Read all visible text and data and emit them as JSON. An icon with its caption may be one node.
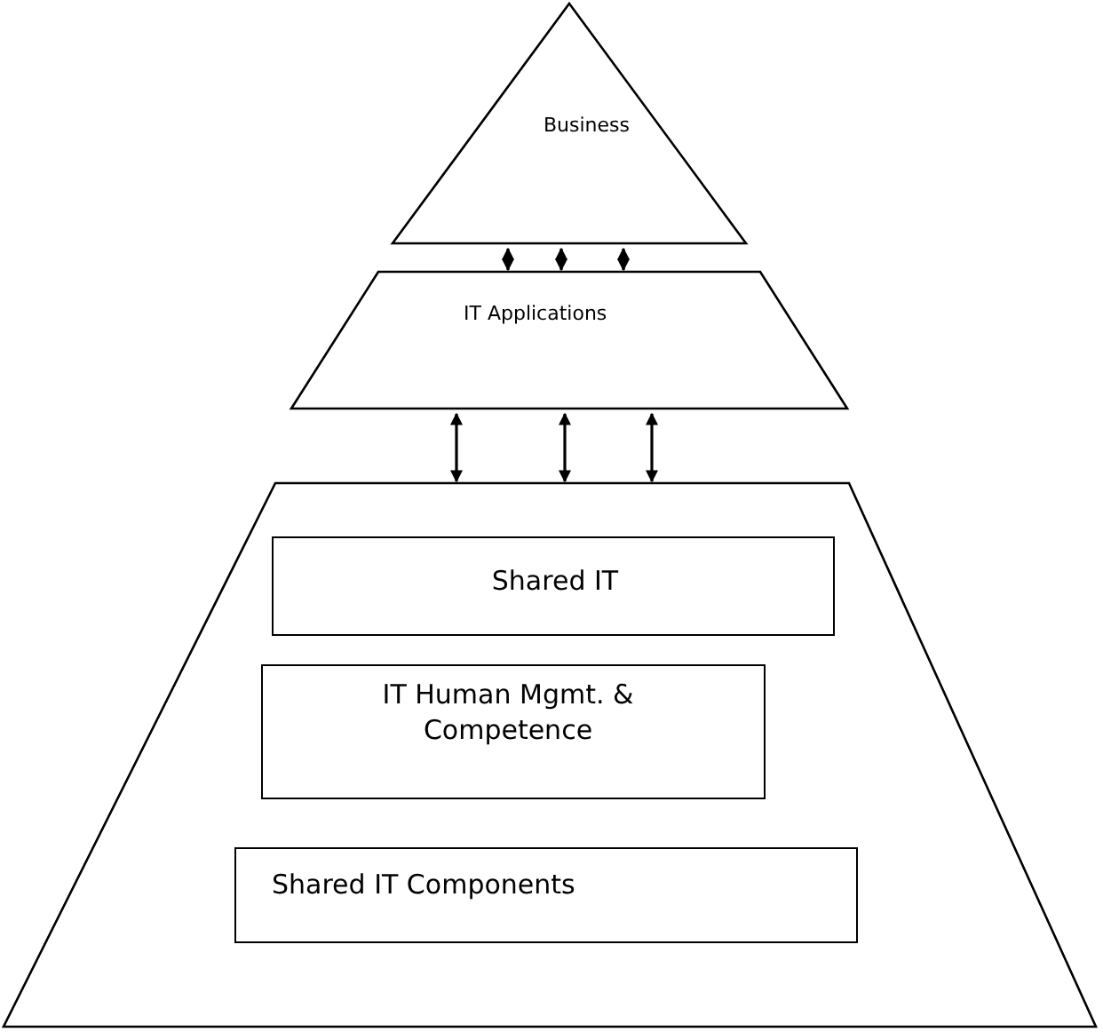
{
  "diagram": {
    "nodes": [
      {
        "text": [
          "Business"
        ]
      },
      {
        "text": [
          "IT Applications"
        ]
      },
      {
        "text": [],
        "shape": "trapezoid"
      },
      {
        "text": [
          "Shared IT"
        ],
        "in": 2
      },
      {
        "text": [
          "IT Human Mgmt. & Competence"
        ],
        "in": 2
      },
      {
        "text": [
          "Shared IT Components"
        ],
        "in": 2
      }
    ],
    "edges": [
      {
        "from": 0,
        "to": 1,
        "arrow": "both"
      },
      {
        "from": 0,
        "to": 1,
        "arrow": "both"
      },
      {
        "from": 0,
        "to": 1,
        "arrow": "both"
      },
      {
        "from": 1,
        "to": 2,
        "arrow": "both"
      },
      {
        "from": 1,
        "to": 2,
        "arrow": "both"
      },
      {
        "from": 1,
        "to": 2,
        "arrow": "both"
      }
    ]
  }
}
